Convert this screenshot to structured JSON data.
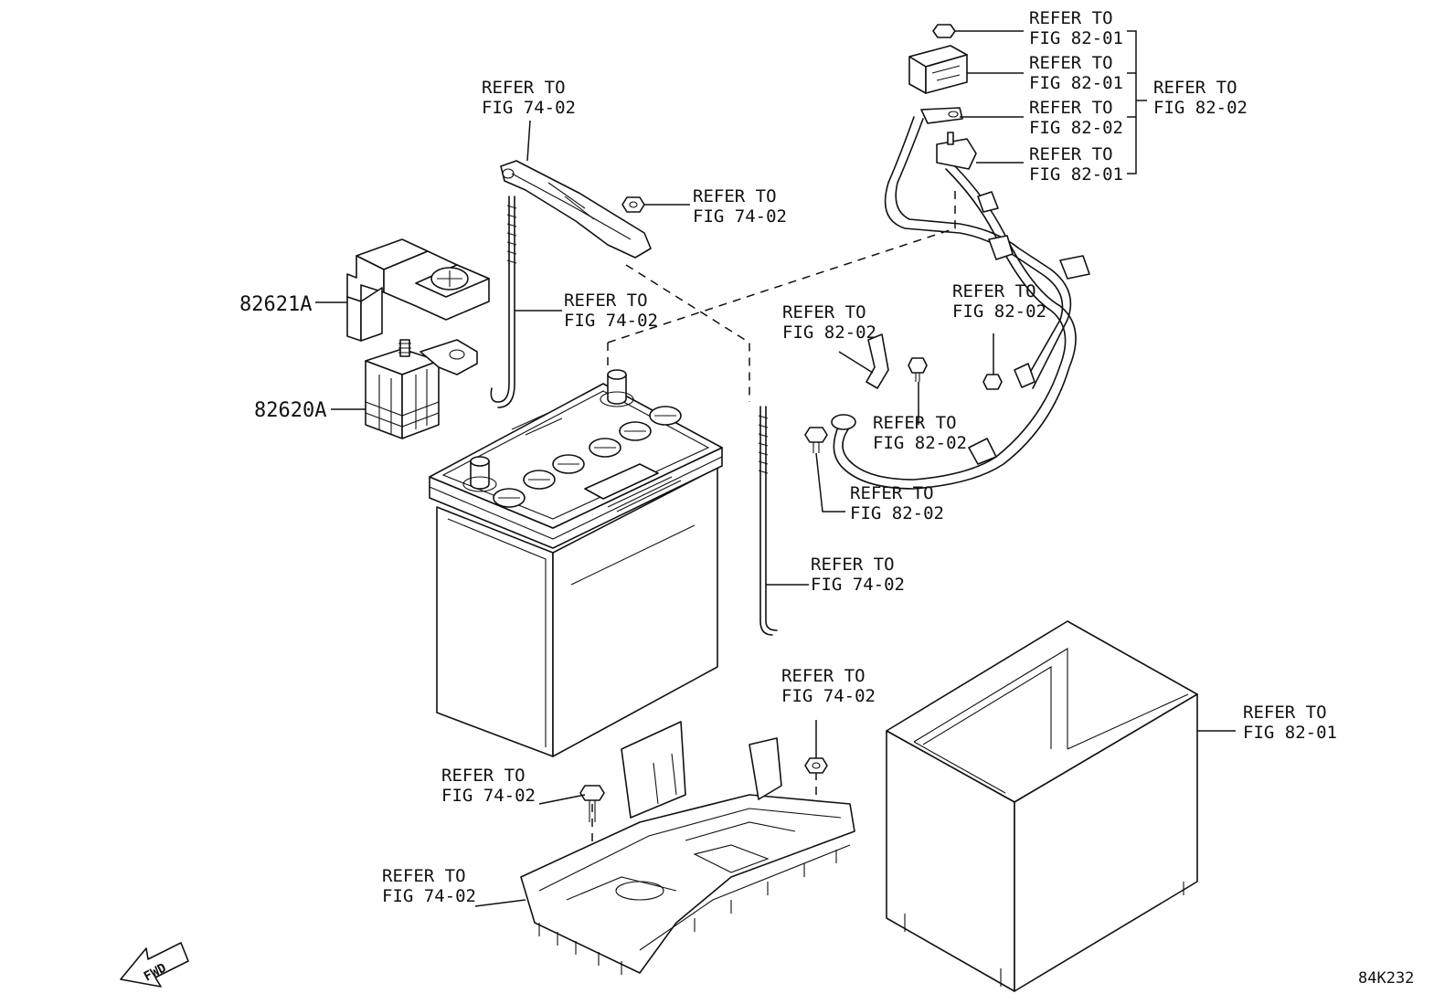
{
  "diagram_code": "84K232",
  "fwd_label": "FWD",
  "parts": {
    "p82621A": "82621A",
    "p82620A": "82620A"
  },
  "refs": [
    {
      "l1": "REFER TO",
      "l2": "FIG 82-01"
    },
    {
      "l1": "REFER TO",
      "l2": "FIG 82-01"
    },
    {
      "l1": "REFER TO",
      "l2": "FIG 82-02"
    },
    {
      "l1": "REFER TO",
      "l2": "FIG 82-01"
    },
    {
      "l1": "REFER TO",
      "l2": "FIG 82-02"
    },
    {
      "l1": "REFER TO",
      "l2": "FIG 74-02"
    },
    {
      "l1": "REFER TO",
      "l2": "FIG 74-02"
    },
    {
      "l1": "REFER TO",
      "l2": "FIG 74-02"
    },
    {
      "l1": "REFER TO",
      "l2": "FIG 82-02"
    },
    {
      "l1": "REFER TO",
      "l2": "FIG 82-02"
    },
    {
      "l1": "REFER TO",
      "l2": "FIG 82-02"
    },
    {
      "l1": "REFER TO",
      "l2": "FIG 82-02"
    },
    {
      "l1": "REFER TO",
      "l2": "FIG 74-02"
    },
    {
      "l1": "REFER TO",
      "l2": "FIG 74-02"
    },
    {
      "l1": "REFER TO",
      "l2": "FIG 74-02"
    },
    {
      "l1": "REFER TO",
      "l2": "FIG 74-02"
    },
    {
      "l1": "REFER TO",
      "l2": "FIG 82-01"
    }
  ]
}
